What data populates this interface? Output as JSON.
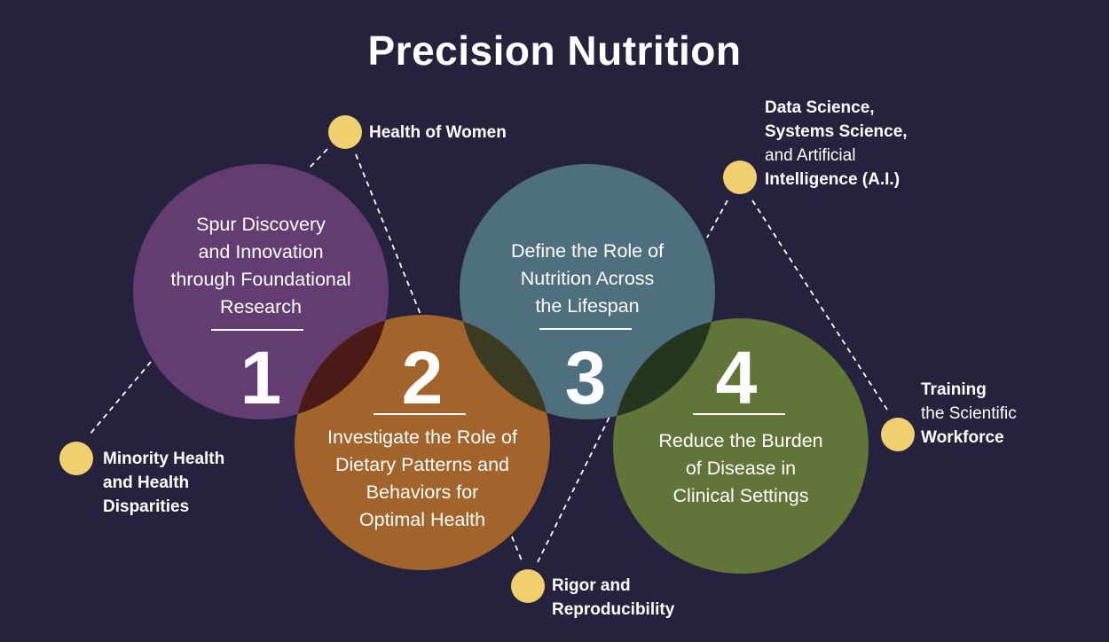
{
  "title": "Precision Nutrition",
  "colors": {
    "background": "#25223d",
    "circle_1": "#633d72",
    "circle_2": "#a2642a",
    "circle_3": "#4e6f7d",
    "circle_4": "#627538",
    "dot": "#f0cf6e"
  },
  "circles": [
    {
      "number": "1",
      "lines": [
        "Spur Discovery",
        "and Innovation",
        "through Foundational",
        "Research"
      ]
    },
    {
      "number": "2",
      "lines": [
        "Investigate the Role of",
        "Dietary Patterns and",
        "Behaviors for",
        "Optimal Health"
      ]
    },
    {
      "number": "3",
      "lines": [
        "Define the Role of",
        "Nutrition Across",
        "the Lifespan"
      ]
    },
    {
      "number": "4",
      "lines": [
        "Reduce the Burden",
        "of Disease in",
        "Clinical Settings"
      ]
    }
  ],
  "callouts": {
    "health_women": {
      "lines": [
        "Health of Women"
      ]
    },
    "data_science": {
      "lines": [
        "Data Science,",
        "Systems Science,",
        "and Artificial",
        "Intelligence (A.I.)"
      ]
    },
    "training": {
      "lines": [
        "Training",
        "the Scientific",
        "Workforce"
      ]
    },
    "minority": {
      "lines": [
        "Minority Health",
        "and Health",
        "Disparities"
      ]
    },
    "rigor": {
      "lines": [
        "Rigor and",
        "Reproducibility"
      ]
    }
  }
}
